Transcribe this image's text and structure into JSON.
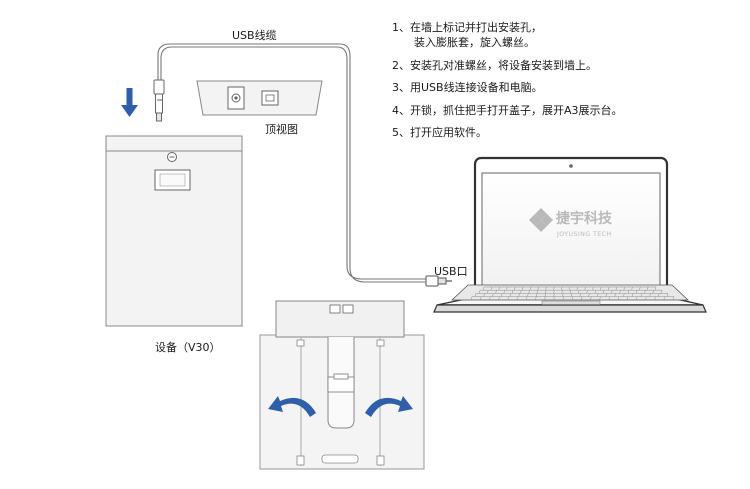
{
  "labels": {
    "usb_cable": "USB线缆",
    "top_view": "顶视图",
    "device": "设备（V30）",
    "usb_port": "USB口"
  },
  "steps": [
    {
      "line1": "1、在墙上标记并打出安装孔，",
      "line2": "装入膨胀套，旋入螺丝。"
    },
    {
      "line1": "2、安装孔对准螺丝，将设备安装到墙上。",
      "line2": ""
    },
    {
      "line1": "3、用USB线连接设备和电脑。",
      "line2": ""
    },
    {
      "line1": "4、开锁，抓住把手打开盖子，展开A3展示台。",
      "line2": ""
    },
    {
      "line1": "5、打开应用软件。",
      "line2": ""
    }
  ],
  "brand": {
    "name_cn": "捷宇科技",
    "name_en": "JOYUSING TECH"
  },
  "colors": {
    "arrow_blue": "#2f5fa8",
    "outline": "#777777",
    "panel_fill": "#f4f4f4",
    "logo_gray": "#b9b9b9"
  },
  "icons": [
    "down-arrow-icon",
    "curved-arrow-left-icon",
    "curved-arrow-right-icon",
    "usb-connector-icon",
    "lock-icon"
  ]
}
